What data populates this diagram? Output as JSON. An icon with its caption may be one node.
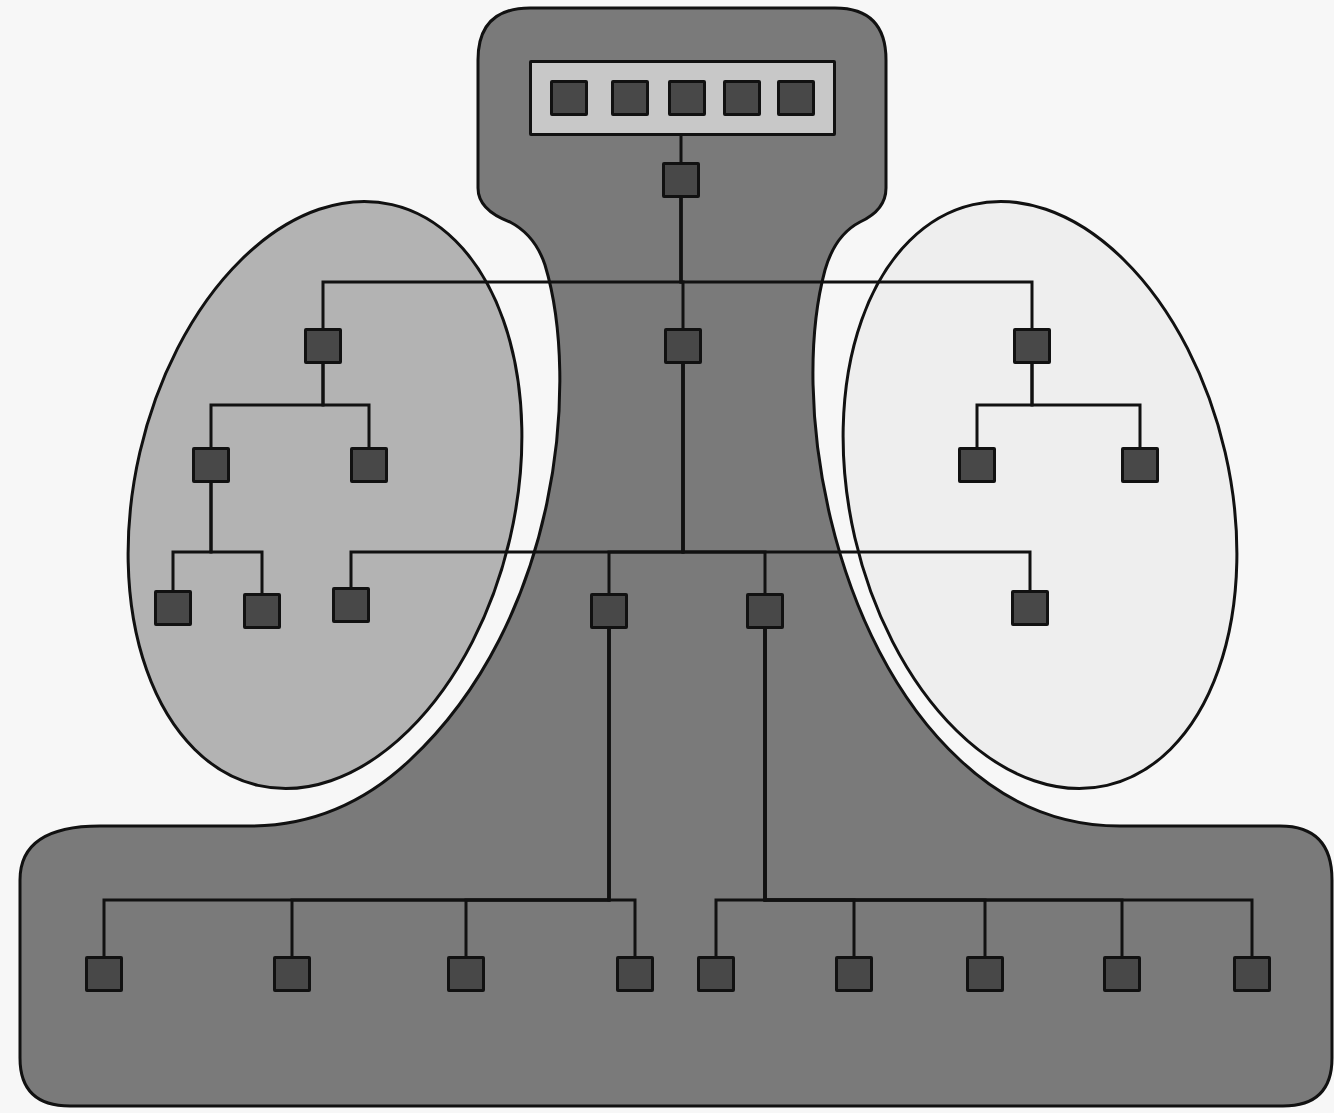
{
  "diagram": {
    "nodes": [
      {
        "text": [],
        "shape": "box"
      },
      {
        "text": [],
        "shape": "box",
        "in": 0
      },
      {
        "text": [],
        "shape": "box",
        "in": 1
      },
      {
        "text": [],
        "shape": "box",
        "in": 1
      },
      {
        "text": [],
        "shape": "box",
        "in": 1
      },
      {
        "text": [],
        "shape": "box",
        "in": 1
      },
      {
        "text": [],
        "shape": "box",
        "in": 1
      },
      {
        "text": [],
        "shape": "box",
        "in": 0
      },
      {
        "text": [],
        "shape": "ellipse"
      },
      {
        "text": [],
        "shape": "ellipse"
      },
      {
        "text": [],
        "shape": "box",
        "in": 8
      },
      {
        "text": [],
        "shape": "box",
        "in": 0
      },
      {
        "text": [],
        "shape": "box",
        "in": 9
      },
      {
        "text": [],
        "shape": "box",
        "in": 8
      },
      {
        "text": [],
        "shape": "box",
        "in": 8
      },
      {
        "text": [],
        "shape": "box",
        "in": 9
      },
      {
        "text": [],
        "shape": "box",
        "in": 9
      },
      {
        "text": [],
        "shape": "box",
        "in": 8
      },
      {
        "text": [],
        "shape": "box",
        "in": 8
      },
      {
        "text": [],
        "shape": "box",
        "in": 8
      },
      {
        "text": [],
        "shape": "box",
        "in": 0
      },
      {
        "text": [],
        "shape": "box",
        "in": 0
      },
      {
        "text": [],
        "shape": "box",
        "in": 9
      },
      {
        "text": [],
        "shape": "box",
        "in": 0
      },
      {
        "text": [],
        "shape": "box",
        "in": 0
      },
      {
        "text": [],
        "shape": "box",
        "in": 0
      },
      {
        "text": [],
        "shape": "box",
        "in": 0
      },
      {
        "text": [],
        "shape": "box",
        "in": 0
      },
      {
        "text": [],
        "shape": "box",
        "in": 0
      },
      {
        "text": [],
        "shape": "box",
        "in": 0
      },
      {
        "text": [],
        "shape": "box",
        "in": 0
      },
      {
        "text": [],
        "shape": "box",
        "in": 0
      }
    ],
    "edges": [
      {
        "from": 1,
        "to": 7,
        "arrow": "none"
      },
      {
        "from": 7,
        "to": 10,
        "arrow": "none"
      },
      {
        "from": 7,
        "to": 11,
        "arrow": "none"
      },
      {
        "from": 7,
        "to": 12,
        "arrow": "none"
      },
      {
        "from": 10,
        "to": 13,
        "arrow": "none"
      },
      {
        "from": 10,
        "to": 14,
        "arrow": "none"
      },
      {
        "from": 12,
        "to": 15,
        "arrow": "none"
      },
      {
        "from": 12,
        "to": 16,
        "arrow": "none"
      },
      {
        "from": 13,
        "to": 17,
        "arrow": "none"
      },
      {
        "from": 13,
        "to": 18,
        "arrow": "none"
      },
      {
        "from": 11,
        "to": 19,
        "arrow": "none"
      },
      {
        "from": 11,
        "to": 20,
        "arrow": "none"
      },
      {
        "from": 11,
        "to": 21,
        "arrow": "none"
      },
      {
        "from": 11,
        "to": 22,
        "arrow": "none"
      },
      {
        "from": 20,
        "to": 23,
        "arrow": "none"
      },
      {
        "from": 20,
        "to": 24,
        "arrow": "none"
      },
      {
        "from": 20,
        "to": 25,
        "arrow": "none"
      },
      {
        "from": 20,
        "to": 26,
        "arrow": "none"
      },
      {
        "from": 21,
        "to": 27,
        "arrow": "none"
      },
      {
        "from": 21,
        "to": 28,
        "arrow": "none"
      },
      {
        "from": 21,
        "to": 29,
        "arrow": "none"
      },
      {
        "from": 21,
        "to": 30,
        "arrow": "none"
      },
      {
        "from": 21,
        "to": 31,
        "arrow": "none"
      }
    ]
  }
}
